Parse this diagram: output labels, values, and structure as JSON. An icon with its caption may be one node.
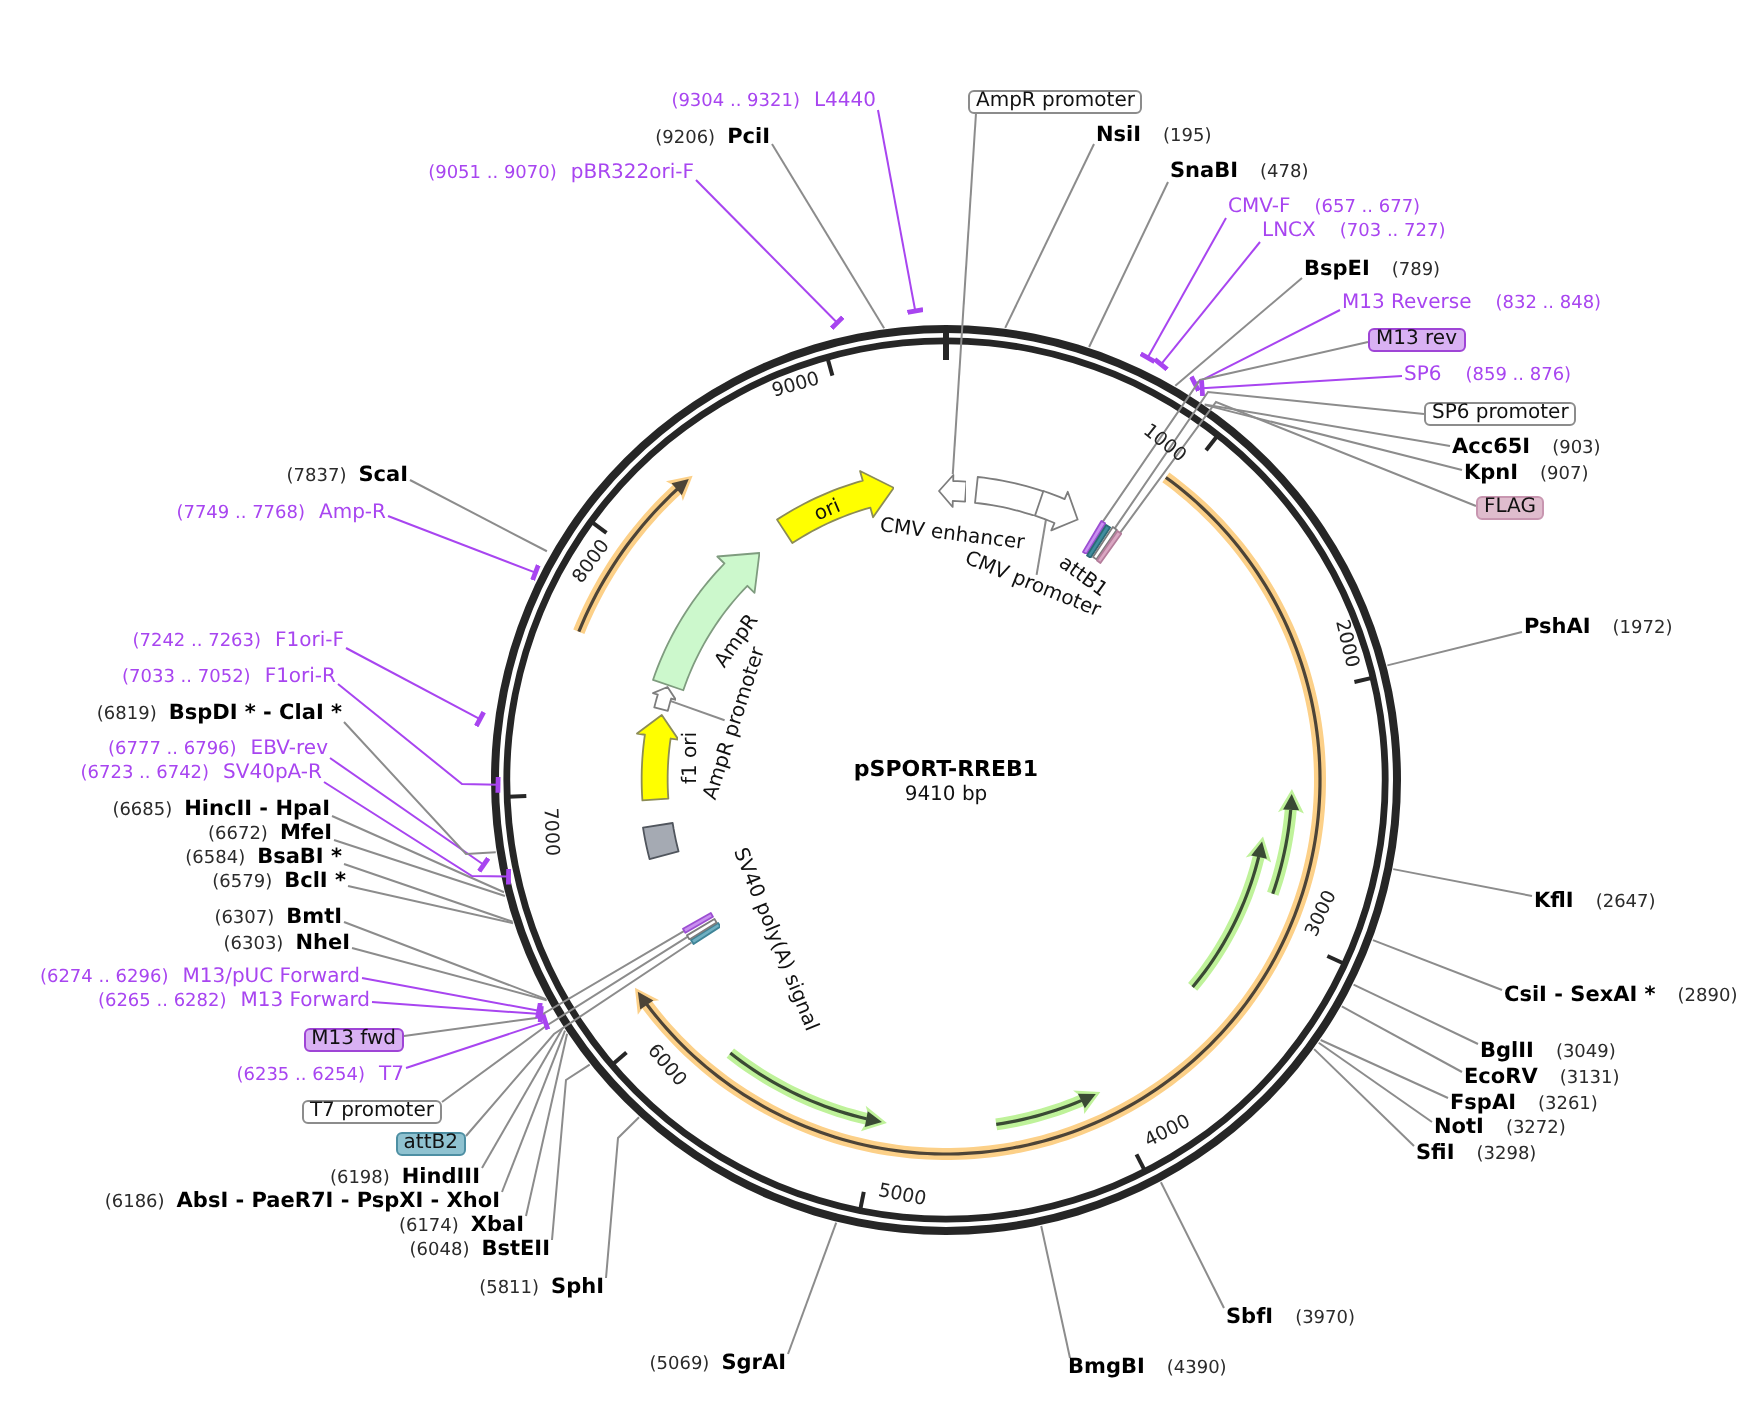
{
  "diagram": {
    "title": "pSPORT-RREB1",
    "nodes": [
      {
        "text": [
          "AmpR promoter"
        ]
      },
      {
        "text": [
          "NsiI",
          "(195)"
        ]
      },
      {
        "text": [
          "SnaBI",
          "(478)"
        ]
      },
      {
        "text": [
          "CMV-F",
          "(657 .. 677)"
        ]
      },
      {
        "text": [
          "LNCX",
          "(703 .. 727)"
        ]
      },
      {
        "text": [
          "BspEI",
          "(789)"
        ]
      },
      {
        "text": [
          "M13 Reverse",
          "(832 .. 848)"
        ]
      },
      {
        "text": [
          "M13 rev"
        ]
      },
      {
        "text": [
          "SP6",
          "(859 .. 876)"
        ]
      },
      {
        "text": [
          "SP6 promoter"
        ]
      },
      {
        "text": [
          "Acc65I",
          "(903)"
        ]
      },
      {
        "text": [
          "KpnI",
          "(907)"
        ]
      },
      {
        "text": [
          "FLAG"
        ]
      },
      {
        "text": [
          "PshAI",
          "(1972)"
        ]
      },
      {
        "text": [
          "KflI",
          "(2647)"
        ]
      },
      {
        "text": [
          "CsiI - SexAI *",
          "(2890)"
        ]
      },
      {
        "text": [
          "BglII",
          "(3049)"
        ]
      },
      {
        "text": [
          "EcoRV",
          "(3131)"
        ]
      },
      {
        "text": [
          "FspAI",
          "(3261)"
        ]
      },
      {
        "text": [
          "NotI",
          "(3272)"
        ]
      },
      {
        "text": [
          "SfiI",
          "(3298)"
        ]
      },
      {
        "text": [
          "SbfI",
          "(3970)"
        ]
      },
      {
        "text": [
          "BmgBI",
          "(4390)"
        ]
      },
      {
        "text": [
          "(5069)",
          "SgrAI"
        ]
      },
      {
        "text": [
          "(5811)",
          "SphI"
        ]
      },
      {
        "text": [
          "(6048)",
          "BstEII"
        ]
      },
      {
        "text": [
          "(6174)",
          "XbaI"
        ]
      },
      {
        "text": [
          "(6186)",
          "AbsI - PaeR7I - PspXI - XhoI"
        ]
      },
      {
        "text": [
          "(6198)",
          "HindIII"
        ]
      },
      {
        "text": [
          "attB2"
        ]
      },
      {
        "text": [
          "T7 promoter"
        ]
      },
      {
        "text": [
          "(6235 .. 6254)",
          "T7"
        ]
      },
      {
        "text": [
          "M13 fwd"
        ]
      },
      {
        "text": [
          "(6265 .. 6282)",
          "M13 Forward"
        ]
      },
      {
        "text": [
          "(6274 .. 6296)",
          "M13/pUC Forward"
        ]
      },
      {
        "text": [
          "(6303)",
          "NheI"
        ]
      },
      {
        "text": [
          "(6307)",
          "BmtI"
        ]
      },
      {
        "text": [
          "(6579)",
          "BclI *"
        ]
      },
      {
        "text": [
          "(6584)",
          "BsaBI *"
        ]
      },
      {
        "text": [
          "(6672)",
          "MfeI"
        ]
      },
      {
        "text": [
          "(6685)",
          "HincII - HpaI"
        ]
      },
      {
        "text": [
          "(6723 .. 6742)",
          "SV40pA-R"
        ]
      },
      {
        "text": [
          "(6777 .. 6796)",
          "EBV-rev"
        ]
      },
      {
        "text": [
          "(6819)",
          "BspDI * - ClaI *"
        ]
      },
      {
        "text": [
          "(7033 .. 7052)",
          "F1ori-R"
        ]
      },
      {
        "text": [
          "(7242 .. 7263)",
          "F1ori-F"
        ]
      },
      {
        "text": [
          "(7749 .. 7768)",
          "Amp-R"
        ]
      },
      {
        "text": [
          "(7837)",
          "ScaI"
        ]
      },
      {
        "text": [
          "(9051 .. 9070)",
          "pBR322ori-F"
        ]
      },
      {
        "text": [
          "(9206)",
          "PciI"
        ]
      },
      {
        "text": [
          "(9304 .. 9321)",
          "L4440"
        ]
      },
      {
        "text": [],
        "shape": "arrow"
      },
      {
        "text": [],
        "shape": "box",
        "beside": [
          "CMV enhancer"
        ]
      },
      {
        "text": [],
        "shape": "arrow"
      },
      {
        "text": [
          "CMV promoter"
        ]
      },
      {
        "text": [],
        "shape": "bar"
      },
      {
        "text": [],
        "shape": "bar",
        "beside": [
          "attB1"
        ]
      },
      {
        "text": [],
        "shape": "bar"
      },
      {
        "text": [],
        "shape": "bar"
      },
      {
        "text": [],
        "shape": "bar"
      },
      {
        "text": [],
        "shape": "bar"
      },
      {
        "text": [],
        "shape": "bar"
      },
      {
        "text": [],
        "shape": "box"
      },
      {
        "text": [],
        "shape": "arrow",
        "beside": [
          "f1 ori"
        ]
      },
      {
        "text": [],
        "shape": "arrow"
      },
      {
        "text": [
          "AmpR promoter"
        ]
      },
      {
        "text": [],
        "shape": "arrow",
        "beside": [
          "AmpR"
        ]
      },
      {
        "text": [
          "ori"
        ]
      }
    ],
    "edges": [
      {
        "from": 0,
        "to": 51,
        "arrow": "none"
      },
      {
        "from": 1,
        "to": null,
        "arrow": "none"
      },
      {
        "from": 2,
        "to": null,
        "arrow": "none"
      },
      {
        "from": 3,
        "to": null,
        "arrow": "other",
        "color": "#a845f0"
      },
      {
        "from": 4,
        "to": null,
        "arrow": "other",
        "color": "#a845f0"
      },
      {
        "from": 5,
        "to": null,
        "arrow": "none"
      },
      {
        "from": 6,
        "to": null,
        "arrow": "other",
        "color": "#a845f0"
      },
      {
        "from": 7,
        "to": 55,
        "arrow": "none"
      },
      {
        "from": 8,
        "to": null,
        "arrow": "other",
        "color": "#a845f0"
      },
      {
        "from": 9,
        "to": 57,
        "arrow": "none"
      },
      {
        "from": 10,
        "to": null,
        "arrow": "none"
      },
      {
        "from": 11,
        "to": null,
        "arrow": "none"
      },
      {
        "from": 12,
        "to": 58,
        "arrow": "none"
      },
      {
        "from": 13,
        "to": null,
        "arrow": "none"
      },
      {
        "from": 14,
        "to": null,
        "arrow": "none"
      },
      {
        "from": 15,
        "to": null,
        "arrow": "none"
      },
      {
        "from": 16,
        "to": null,
        "arrow": "none"
      },
      {
        "from": 17,
        "to": null,
        "arrow": "none"
      },
      {
        "from": 18,
        "to": null,
        "arrow": "none"
      },
      {
        "from": 19,
        "to": null,
        "arrow": "none"
      },
      {
        "from": 20,
        "to": null,
        "arrow": "none"
      },
      {
        "from": 21,
        "to": null,
        "arrow": "none"
      },
      {
        "from": 22,
        "to": null,
        "arrow": "none"
      },
      {
        "from": 23,
        "to": null,
        "arrow": "none"
      },
      {
        "from": 24,
        "to": null,
        "arrow": "none"
      },
      {
        "from": 25,
        "to": null,
        "arrow": "none"
      },
      {
        "from": 26,
        "to": null,
        "arrow": "none"
      },
      {
        "from": 27,
        "to": null,
        "arrow": "none"
      },
      {
        "from": 28,
        "to": null,
        "arrow": "none"
      },
      {
        "from": 29,
        "to": 59,
        "arrow": "none"
      },
      {
        "from": 30,
        "to": 60,
        "arrow": "none"
      },
      {
        "from": 31,
        "to": null,
        "arrow": "other",
        "color": "#a845f0"
      },
      {
        "from": 32,
        "to": 61,
        "arrow": "none"
      },
      {
        "from": 33,
        "to": null,
        "arrow": "other",
        "color": "#a845f0"
      },
      {
        "from": 34,
        "to": null,
        "arrow": "other",
        "color": "#a845f0"
      },
      {
        "from": 35,
        "to": null,
        "arrow": "none"
      },
      {
        "from": 36,
        "to": null,
        "arrow": "none"
      },
      {
        "from": 37,
        "to": null,
        "arrow": "none"
      },
      {
        "from": 38,
        "to": null,
        "arrow": "none"
      },
      {
        "from": 39,
        "to": null,
        "arrow": "none"
      },
      {
        "from": 40,
        "to": null,
        "arrow": "none"
      },
      {
        "from": 41,
        "to": null,
        "arrow": "other",
        "color": "#a845f0"
      },
      {
        "from": 42,
        "to": null,
        "arrow": "other",
        "color": "#a845f0"
      },
      {
        "from": 43,
        "to": null,
        "arrow": "none"
      },
      {
        "from": 44,
        "to": null,
        "arrow": "other",
        "color": "#a845f0"
      },
      {
        "from": 45,
        "to": null,
        "arrow": "other",
        "color": "#a845f0"
      },
      {
        "from": 46,
        "to": null,
        "arrow": "other",
        "color": "#a845f0"
      },
      {
        "from": 47,
        "to": null,
        "arrow": "none"
      },
      {
        "from": 48,
        "to": null,
        "arrow": "other",
        "color": "#a845f0"
      },
      {
        "from": 49,
        "to": null,
        "arrow": "none"
      },
      {
        "from": 50,
        "to": null,
        "arrow": "other",
        "color": "#a845f0"
      },
      {
        "from": 54,
        "to": 53,
        "arrow": "none"
      },
      {
        "from": 65,
        "to": 64,
        "arrow": "none"
      }
    ],
    "labels": [
      "9410 bp",
      "SV40 poly(A) signal",
      "9000",
      "1000",
      "8000",
      "2000",
      "7000",
      "3000",
      "6000",
      "4000",
      "5000"
    ]
  }
}
